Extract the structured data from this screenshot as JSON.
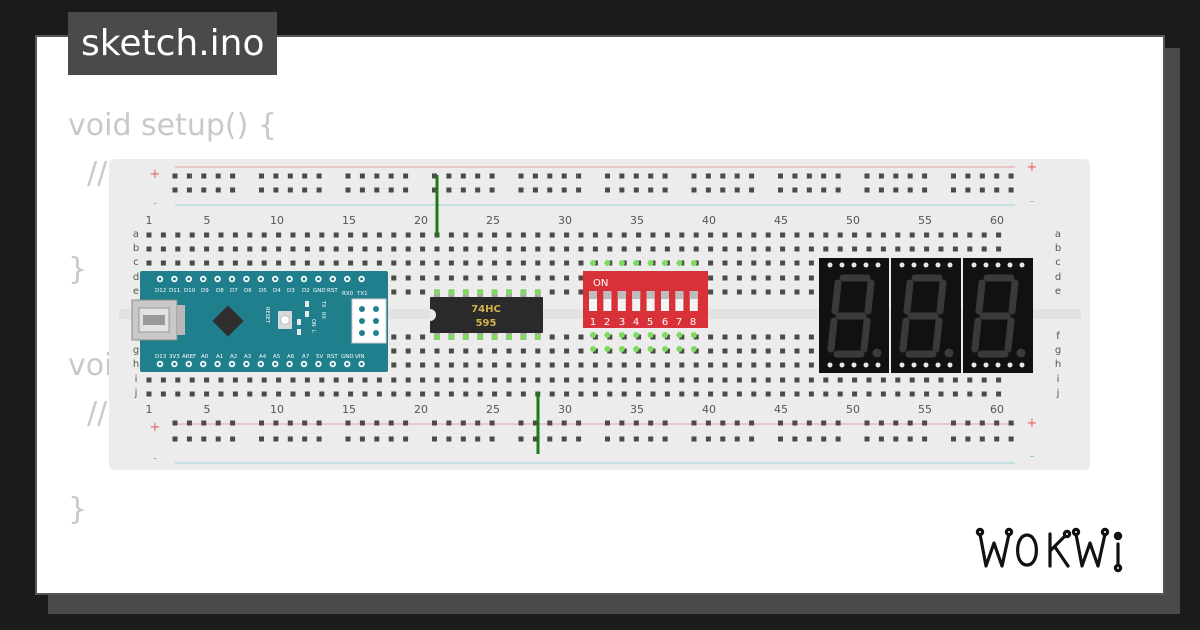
{
  "file_tab": {
    "label": "sketch.ino"
  },
  "code_lines": [
    {
      "text": "void setup() {"
    },
    {
      "text": "  //"
    },
    {
      "text": "}"
    },
    {
      "text": "void"
    },
    {
      "text": "  //"
    },
    {
      "text": "}"
    }
  ],
  "breadboard": {
    "column_numbers": [
      "1",
      "5",
      "10",
      "15",
      "20",
      "25",
      "30",
      "35",
      "40",
      "45",
      "50",
      "55",
      "60"
    ],
    "row_letters_top": [
      "a",
      "b",
      "c",
      "d",
      "e"
    ],
    "row_letters_bottom": [
      "f",
      "g",
      "h",
      "i",
      "j"
    ],
    "rail_plus": "+",
    "rail_minus": "-"
  },
  "arduino": {
    "top_pins": [
      "D12",
      "D11",
      "D10",
      "D9",
      "D8",
      "D7",
      "D6",
      "D5",
      "D4",
      "D3",
      "D2",
      "GND",
      "RST",
      "RX0",
      "TX1"
    ],
    "bottom_pins": [
      "D13",
      "3V3",
      "AREF",
      "A0",
      "A1",
      "A2",
      "A3",
      "A4",
      "A5",
      "A6",
      "A7",
      "5V",
      "RST",
      "GND",
      "VIN"
    ],
    "labels": [
      "RESET",
      "TX",
      "RX",
      "ON",
      "L"
    ]
  },
  "chip": {
    "line1": "74HC",
    "line2": "595"
  },
  "dip_switch": {
    "on_label": "ON",
    "numbers": [
      "1",
      "2",
      "3",
      "4",
      "5",
      "6",
      "7",
      "8"
    ]
  },
  "seven_segment": {
    "digits": 3
  },
  "brand": {
    "name": "WOKWI"
  },
  "colors": {
    "background": "#1b1b1b",
    "card": "#ffffff",
    "tab": "#4a4a4a",
    "breadboard": "#ececec",
    "arduino": "#1f7f8c",
    "dip_switch": "#d8313a",
    "wire": "#1a7a1a",
    "display": "#111111"
  }
}
